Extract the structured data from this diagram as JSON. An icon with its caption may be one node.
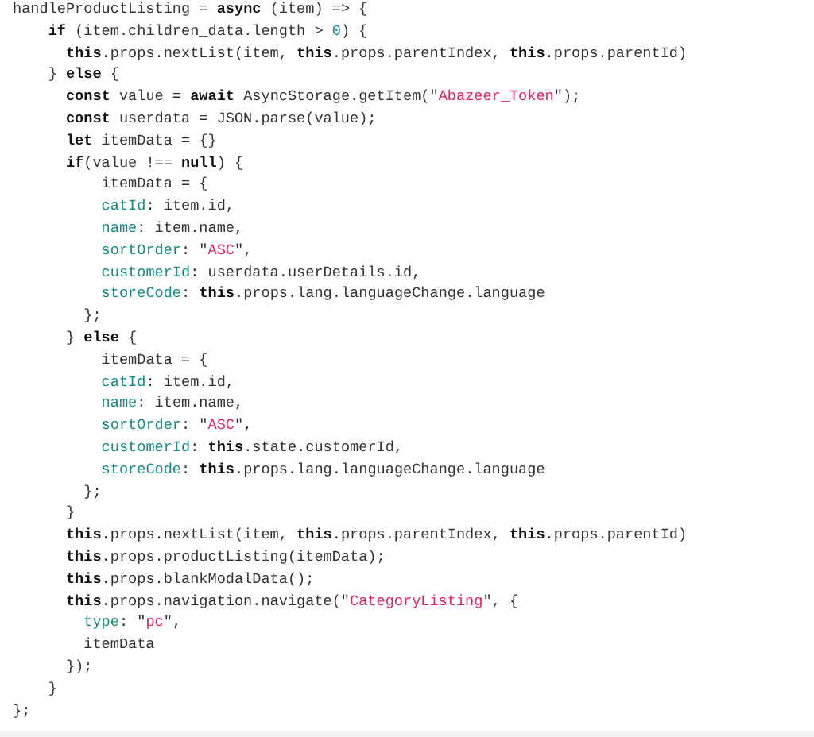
{
  "diagram": {
    "labels": [
      "handleProductListing = **async** (item) => {",
      "**if** (item.children_data.length > 0) {",
      "**this**.props.nextList(item, **this**.props.parentIndex, **this**.props.parentId)",
      "} **else** {",
      "**const** value = **await** AsyncStorage.getItem(\"Abazeer_Token\");",
      "**const** userdata = JSON.parse(value);",
      "**let** itemData = {}",
      "**if**(value !== **null**) {",
      "itemData = {",
      "catId: item.id,",
      "name: item.name,",
      "sortOrder: \"ASC\",",
      "customerId: userdata.userDetails.id,",
      "storeCode: **this**.props.lang.languageChange.language",
      "};",
      "} **else** {",
      "itemData = {",
      "catId: item.id,",
      "name: item.name,",
      "sortOrder: \"ASC\",",
      "customerId: **this**.state.customerId,",
      "storeCode: **this**.props.lang.languageChange.language",
      "};",
      "}",
      "**this**.props.nextList(item, **this**.props.parentIndex, **this**.props.parentId)",
      "**this**.props.productListing(itemData);",
      "**this**.props.blankModalData();",
      "**this**.props.navigation.navigate(\"CategoryListing\", {",
      "type: \"pc\",",
      "itemData",
      "});",
      "}",
      "};"
    ]
  }
}
